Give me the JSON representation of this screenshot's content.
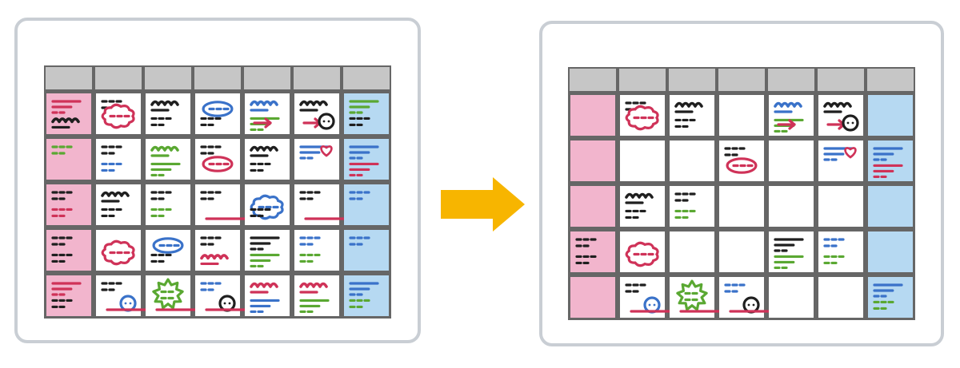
{
  "colors": {
    "frame_border": "#c9ced4",
    "frame_fill": "#ffffff",
    "grid_line": "#666666",
    "header_fill": "#c6c6c6",
    "cell_fill": "#ffffff",
    "sunday_fill": "#f2b5cd",
    "saturday_fill": "#b6d9f2",
    "arrow_fill": "#f7b500",
    "ink_black": "#1f1f1f",
    "ink_red": "#cf3258",
    "ink_blue": "#3a72c9",
    "ink_green": "#5aa832"
  },
  "arrow": {
    "name": "right-arrow",
    "direction": "right"
  },
  "calendars": [
    {
      "name": "busy-schedule",
      "rows": [
        [
          [
            "red-lines",
            "black-squiggle"
          ],
          [
            "black-dashes",
            "red-cloud"
          ],
          [
            "black-squiggle",
            "black-dashes"
          ],
          [
            "blue-oval",
            "black-dashes"
          ],
          [
            "blue-squiggle",
            "green-lines",
            "red-arrow"
          ],
          [
            "black-squiggle",
            "red-arrow",
            "black-circle"
          ],
          [
            "green-lines",
            "black-dashes"
          ]
        ],
        [
          [
            "green-dashes"
          ],
          [
            "black-dashes",
            "blue-dashes"
          ],
          [
            "green-squiggle",
            "green-lines"
          ],
          [
            "black-dashes",
            "red-oval"
          ],
          [
            "black-squiggle",
            "black-dashes"
          ],
          [
            "blue-lines",
            "red-heart"
          ],
          [
            "blue-lines",
            "red-lines"
          ]
        ],
        [
          [
            "black-dashes",
            "red-dashes"
          ],
          [
            "black-squiggle",
            "black-dashes"
          ],
          [
            "black-dashes",
            "green-dashes"
          ],
          [
            "black-dashes",
            "red-long-arrow"
          ],
          [
            "blue-cloud",
            "black-dashes"
          ],
          [
            "black-dashes",
            "red-long-arrow"
          ],
          [
            "blue-dashes"
          ]
        ],
        [
          [
            "black-dashes",
            "black-dashes"
          ],
          [
            "red-cloud"
          ],
          [
            "blue-oval",
            "black-dashes"
          ],
          [
            "black-dashes",
            "red-squiggle"
          ],
          [
            "black-lines",
            "green-lines"
          ],
          [
            "blue-dashes",
            "green-dashes"
          ],
          [
            "blue-dashes"
          ]
        ],
        [
          [
            "red-lines",
            "black-dashes"
          ],
          [
            "black-dashes",
            "blue-circle",
            "red-long-arrow"
          ],
          [
            "green-star",
            "red-long-arrow"
          ],
          [
            "blue-dashes",
            "black-circle",
            "red-long-arrow"
          ],
          [
            "red-squiggle",
            "blue-lines"
          ],
          [
            "red-squiggle",
            "green-lines"
          ],
          [
            "blue-lines",
            "green-dashes"
          ]
        ]
      ]
    },
    {
      "name": "cleared-schedule",
      "rows": [
        [
          [],
          [
            "black-dashes",
            "red-cloud"
          ],
          [
            "black-squiggle",
            "black-dashes"
          ],
          [],
          [
            "blue-squiggle",
            "green-lines",
            "red-arrow"
          ],
          [
            "black-squiggle",
            "red-arrow",
            "black-circle"
          ],
          []
        ],
        [
          [],
          [],
          [],
          [
            "black-dashes",
            "red-oval"
          ],
          [],
          [
            "blue-lines",
            "red-heart"
          ],
          [
            "blue-lines",
            "red-lines"
          ]
        ],
        [
          [],
          [
            "black-squiggle",
            "black-dashes"
          ],
          [
            "black-dashes",
            "green-dashes"
          ],
          [],
          [],
          [],
          []
        ],
        [
          [
            "black-dashes",
            "black-dashes"
          ],
          [
            "red-cloud"
          ],
          [],
          [],
          [
            "black-lines",
            "green-lines"
          ],
          [
            "blue-dashes",
            "green-dashes"
          ],
          []
        ],
        [
          [],
          [
            "black-dashes",
            "blue-circle",
            "red-long-arrow"
          ],
          [
            "green-star",
            "red-long-arrow"
          ],
          [
            "blue-dashes",
            "black-circle",
            "red-long-arrow"
          ],
          [],
          [],
          [
            "blue-lines",
            "green-dashes"
          ]
        ]
      ]
    }
  ]
}
